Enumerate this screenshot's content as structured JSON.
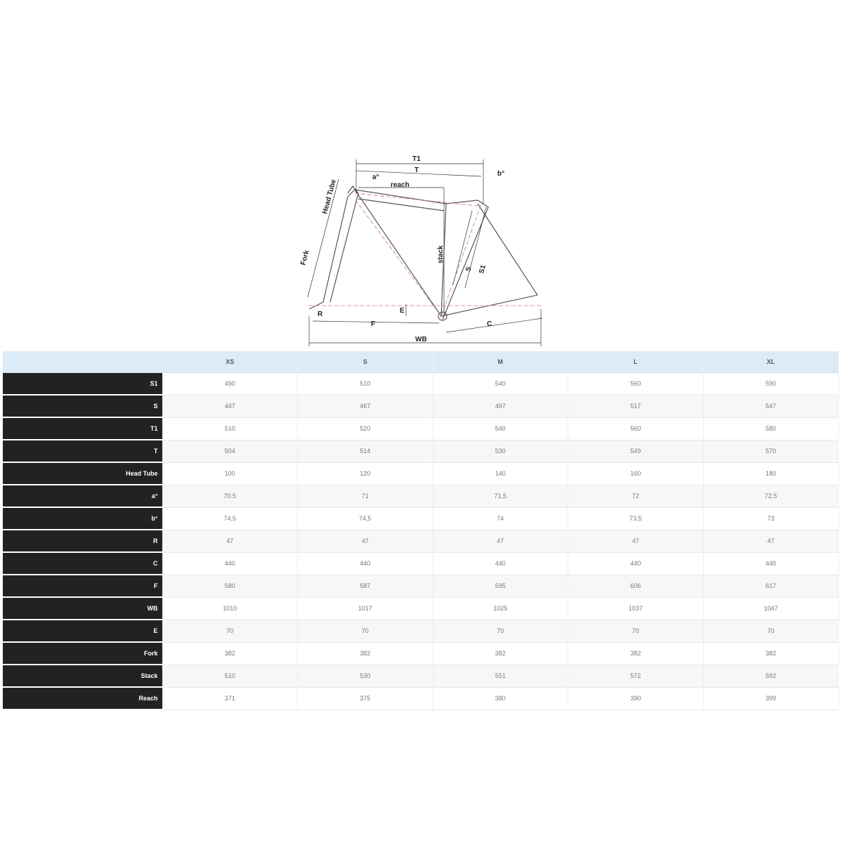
{
  "diagram": {
    "labels": {
      "T1": "T1",
      "T": "T",
      "a": "a°",
      "b": "b°",
      "reach": "reach",
      "head_tube": "Head Tube",
      "fork": "Fork",
      "stack": "stack",
      "S": "S",
      "S1": "S1",
      "E": "E",
      "R": "R",
      "F": "F",
      "C": "C",
      "WB": "WB"
    }
  },
  "table": {
    "sizes": [
      "XS",
      "S",
      "M",
      "L",
      "XL"
    ],
    "rows": [
      {
        "label": "S1",
        "values": [
          "490",
          "510",
          "540",
          "560",
          "590"
        ]
      },
      {
        "label": "S",
        "values": [
          "447",
          "467",
          "497",
          "517",
          "547"
        ]
      },
      {
        "label": "T1",
        "values": [
          "510",
          "520",
          "540",
          "560",
          "580"
        ]
      },
      {
        "label": "T",
        "values": [
          "504",
          "514",
          "530",
          "549",
          "570"
        ]
      },
      {
        "label": "Head Tube",
        "values": [
          "100",
          "120",
          "140",
          "160",
          "180"
        ]
      },
      {
        "label": "a°",
        "values": [
          "70.5",
          "71",
          "71,5",
          "72",
          "72,5"
        ]
      },
      {
        "label": "b°",
        "values": [
          "74,5",
          "74,5",
          "74",
          "73,5",
          "73"
        ]
      },
      {
        "label": "R",
        "values": [
          "47",
          "47",
          "47",
          "47",
          "47"
        ]
      },
      {
        "label": "C",
        "values": [
          "440",
          "440",
          "440",
          "440",
          "440"
        ]
      },
      {
        "label": "F",
        "values": [
          "580",
          "587",
          "595",
          "606",
          "617"
        ]
      },
      {
        "label": "WB",
        "values": [
          "1010",
          "1017",
          "1025",
          "1037",
          "1047"
        ]
      },
      {
        "label": "E",
        "values": [
          "70",
          "70",
          "70",
          "70",
          "70"
        ]
      },
      {
        "label": "Fork",
        "values": [
          "382",
          "382",
          "382",
          "382",
          "382"
        ]
      },
      {
        "label": "Stack",
        "values": [
          "510",
          "530",
          "551",
          "572",
          "592"
        ]
      },
      {
        "label": "Reach",
        "values": [
          "371",
          "375",
          "380",
          "390",
          "399"
        ]
      }
    ]
  }
}
